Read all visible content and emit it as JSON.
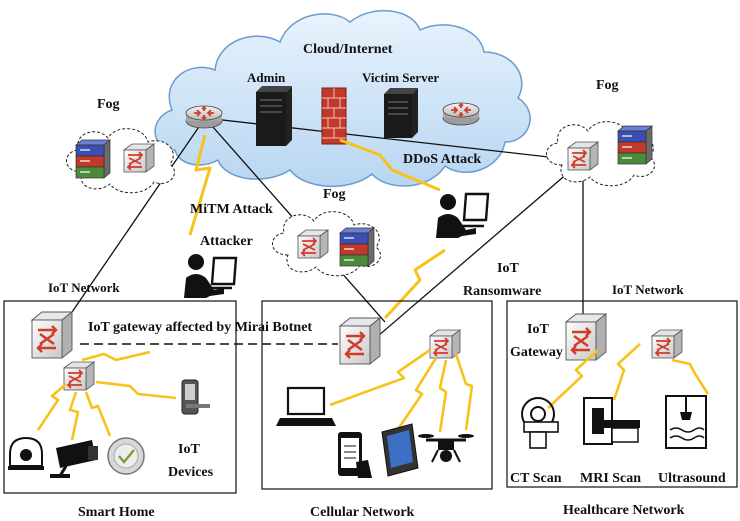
{
  "diagram": {
    "cloud_label": "Cloud/Internet",
    "admin_label": "Admin",
    "victim_server_label": "Victim Server",
    "fog_left_label": "Fog",
    "fog_center_label": "Fog",
    "fog_right_label": "Fog",
    "ddos_label": "DDoS Attack",
    "mitm_label": "MiTM Attack",
    "attacker_label": "Attacker",
    "ransomware_label_line1": "IoT",
    "ransomware_label_line2": "Ransomware",
    "iot_network_left_label": "IoT Network",
    "iot_network_right_label": "IoT Network",
    "mirai_label": "IoT gateway affected by Mirai Botnet",
    "iot_devices_line1": "IoT",
    "iot_devices_line2": "Devices",
    "iot_gateway_line1": "IoT",
    "iot_gateway_line2": "Gateway",
    "ct_scan_label": "CT Scan",
    "mri_scan_label": "MRI Scan",
    "ultrasound_label": "Ultrasound",
    "smart_home_label": "Smart Home",
    "cellular_network_label": "Cellular Network",
    "healthcare_network_label": "Healthcare Network"
  },
  "colors": {
    "cloud_fill": "#cfe4f7",
    "cloud_stroke": "#6a9ccf",
    "lightning": "#f7c21a",
    "firewall": "#c0392b",
    "router_top": "#ef9a8a",
    "server_blue": "#3a4fb0",
    "server_red": "#c0392b",
    "server_green": "#4a8a3a"
  }
}
